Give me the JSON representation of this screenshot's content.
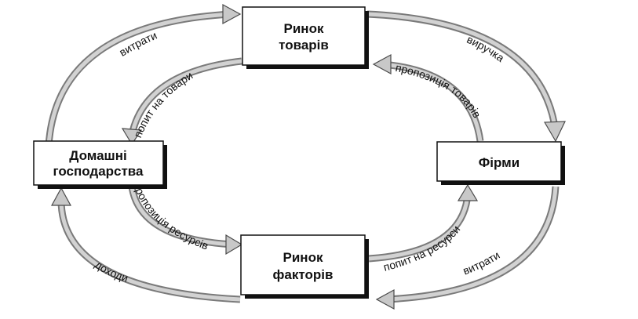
{
  "nodes": {
    "goods_market": {
      "line1": "Ринок",
      "line2": "товарів"
    },
    "households": {
      "line1": "Домашні",
      "line2": "господарства"
    },
    "firms": {
      "line1": "Фірми"
    },
    "factor_market": {
      "line1": "Ринок",
      "line2": "факторів"
    }
  },
  "flows": {
    "hh_spending": "витрати",
    "goods_demand": "попит на товари",
    "revenue": "виручка",
    "goods_supply": "пропозиція товарів",
    "resource_supply": "пропозиція ресурсів",
    "incomes": "доходи",
    "resource_demand": "попит на ресурси",
    "firm_spending": "витрати"
  },
  "colors": {
    "arrow_fill": "#d2d2d2",
    "arrow_border": "#7a7a7a",
    "box_border": "#111111",
    "text": "#111111"
  }
}
